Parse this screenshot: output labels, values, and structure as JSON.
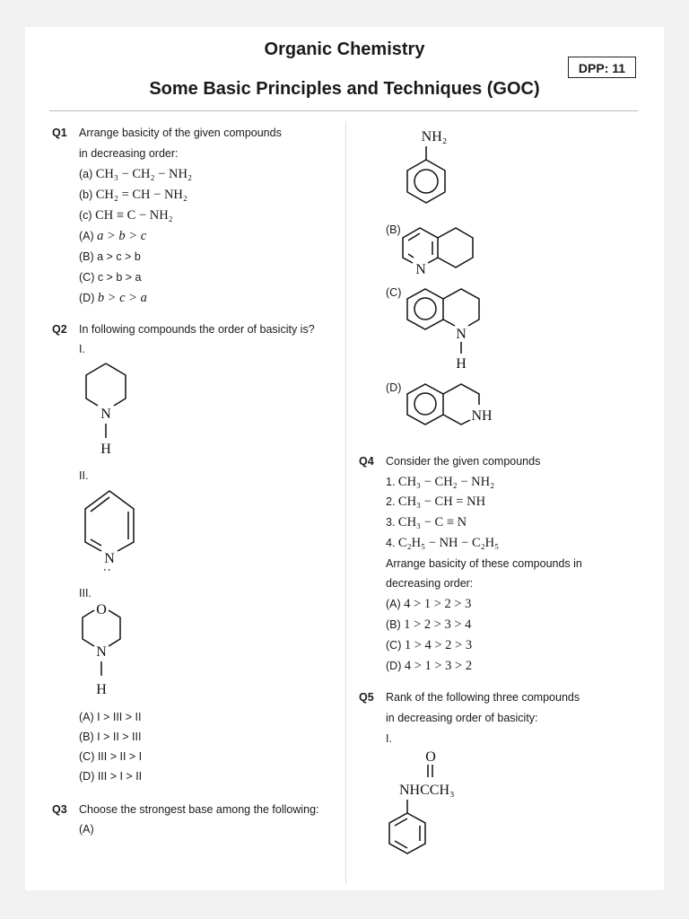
{
  "header": {
    "title1": "Organic Chemistry",
    "title2": "Some Basic Principles and Techniques (GOC)",
    "dpp": "DPP: 11"
  },
  "q1": {
    "num": "Q1",
    "text1": "Arrange basicity of the given compounds",
    "text2": "in decreasing order:",
    "a": {
      "label": "(a) ",
      "formula": "CH₃ − CH₂ − NH₂"
    },
    "b": {
      "label": "(b) ",
      "formula": "CH₂ = CH − NH₂"
    },
    "c": {
      "label": "(c) ",
      "formula": "CH ≡ C − NH₂"
    },
    "optA": {
      "label": "(A) ",
      "value": "a > b > c"
    },
    "optB": "(B) a > c > b",
    "optC": "(C) c > b > a",
    "optD": {
      "label": "(D) ",
      "value": "b > c > a"
    }
  },
  "q2": {
    "num": "Q2",
    "text": "In following compounds the order of basicity is?",
    "i": "I.",
    "ii": "II.",
    "iii": "III.",
    "optA": "(A)  I > III > II",
    "optB": "(B) I > II > III",
    "optC": "(C) III > II > I",
    "optD": "(D) III > I > II"
  },
  "q3": {
    "num": "Q3",
    "text": "Choose the strongest base among the following:",
    "a": "(A)",
    "b": "(B)",
    "c": "(C)",
    "d": "(D)"
  },
  "q4": {
    "num": "Q4",
    "text": "Consider the given compounds",
    "c1": {
      "label": "1. ",
      "formula": "CH₃ − CH₂ − NH₂"
    },
    "c2": {
      "label": "2. ",
      "formula": "CH₃ − CH = NH"
    },
    "c3": {
      "label": "3. ",
      "formula": "CH₃ − C ≡ N"
    },
    "c4": {
      "label": "4. ",
      "formula": "C₂H₅ − NH − C₂H₅"
    },
    "text2": "Arrange basicity of these compounds in",
    "text3": "decreasing order:",
    "optA": {
      "label": "(A) ",
      "value": "4 > 1 > 2 > 3"
    },
    "optB": {
      "label": "(B) ",
      "value": "1 > 2 > 3 > 4"
    },
    "optC": {
      "label": "(C) ",
      "value": "1 > 4 > 2 > 3"
    },
    "optD": {
      "label": "(D) ",
      "value": "4 > 1 > 3 > 2"
    }
  },
  "q5": {
    "num": "Q5",
    "text1": "Rank of the following three compounds",
    "text2": "in decreasing order of basicity:",
    "i": "I."
  },
  "structures": {
    "nh2": "NH₂",
    "n": "N",
    "h": "H",
    "nh": "NH",
    "o": "O",
    "lonepair": ":",
    "acetamide": "NHCCH₃"
  }
}
